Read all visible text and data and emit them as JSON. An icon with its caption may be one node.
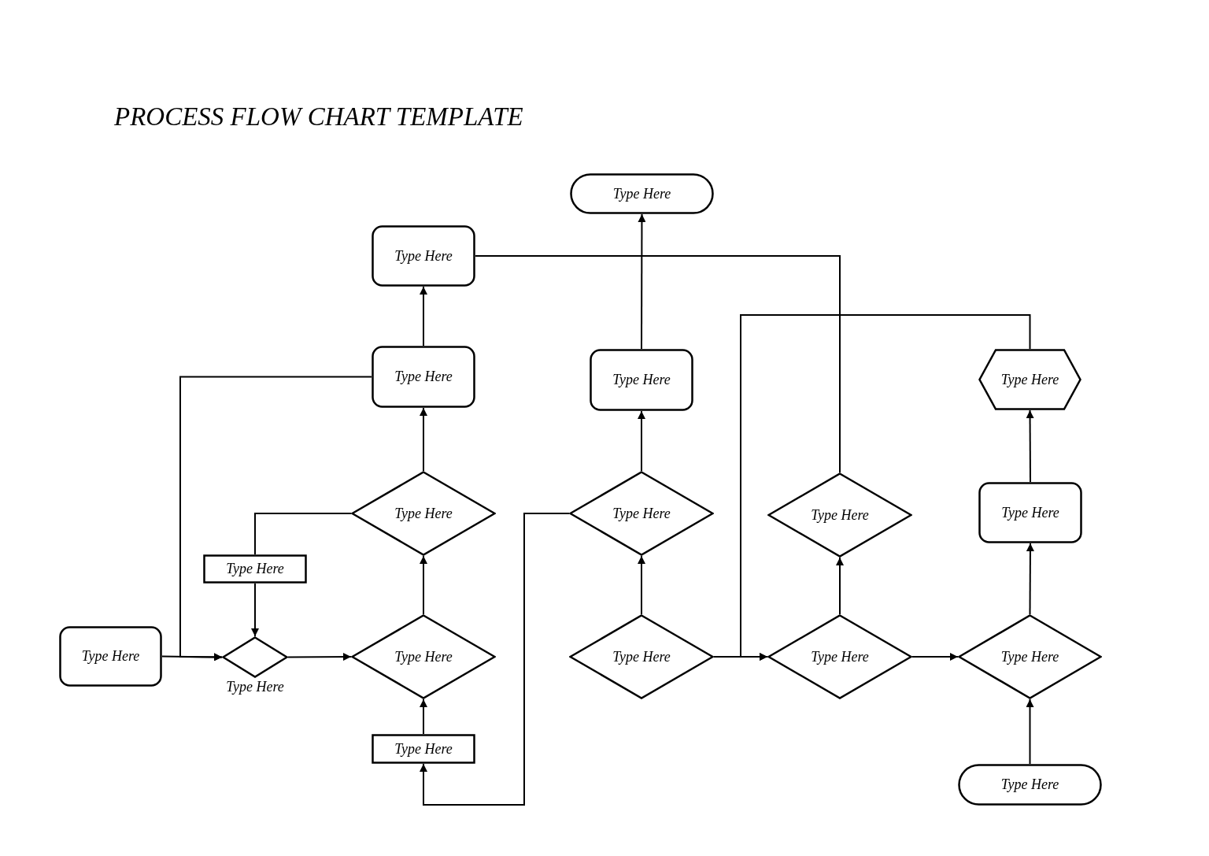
{
  "diagram": {
    "title": "PROCESS FLOW CHART TEMPLATE",
    "nodes": [
      {
        "text": [
          "Type Here"
        ]
      },
      {
        "text": [
          "Type Here"
        ]
      },
      {
        "text": [
          "Type Here"
        ]
      },
      {
        "text": [
          "Type Here"
        ]
      },
      {
        "text": [
          "Type Here"
        ]
      },
      {
        "text": [
          "Type Here"
        ]
      },
      {
        "text": [
          "Type Here"
        ]
      },
      {
        "text": [
          "Type Here"
        ]
      },
      {
        "text": [
          "Type Here"
        ]
      },
      {
        "text": [
          "Type Here"
        ]
      },
      {
        "text": [
          "Type Here"
        ]
      },
      {
        "text": [],
        "shape": "diamond",
        "beside": [
          "Type Here"
        ]
      },
      {
        "text": [
          "Type Here"
        ]
      },
      {
        "text": [
          "Type Here"
        ]
      },
      {
        "text": [
          "Type Here"
        ]
      },
      {
        "text": [
          "Type Here"
        ]
      },
      {
        "text": [
          "Type Here"
        ]
      },
      {
        "text": [
          "Type Here"
        ]
      }
    ],
    "edges": [
      {
        "from": 10,
        "to": 11,
        "arrow": "to"
      },
      {
        "from": 2,
        "to": 11,
        "arrow": "to"
      },
      {
        "from": 11,
        "to": 12,
        "arrow": "to"
      },
      {
        "from": 16,
        "to": 12,
        "arrow": "to"
      },
      {
        "from": 12,
        "to": 5,
        "arrow": "to"
      },
      {
        "from": 5,
        "to": 2,
        "arrow": "to"
      },
      {
        "from": 2,
        "to": 1,
        "arrow": "to"
      },
      {
        "from": 5,
        "to": 9,
        "arrow": "none"
      },
      {
        "from": 9,
        "to": 11,
        "arrow": "to"
      },
      {
        "from": 1,
        "to": 7,
        "arrow": "none"
      },
      {
        "from": 6,
        "to": 16,
        "arrow": "to"
      },
      {
        "from": 13,
        "to": 6,
        "arrow": "to"
      },
      {
        "from": 6,
        "to": 3,
        "arrow": "to"
      },
      {
        "from": 3,
        "to": 0,
        "arrow": "to"
      },
      {
        "from": 13,
        "to": 14,
        "arrow": "to"
      },
      {
        "from": 4,
        "to": 14,
        "arrow": "to"
      },
      {
        "from": 14,
        "to": 7,
        "arrow": "to"
      },
      {
        "from": 14,
        "to": 15,
        "arrow": "to"
      },
      {
        "from": 17,
        "to": 15,
        "arrow": "to"
      },
      {
        "from": 15,
        "to": 8,
        "arrow": "to"
      },
      {
        "from": 8,
        "to": 4,
        "arrow": "to"
      }
    ]
  }
}
